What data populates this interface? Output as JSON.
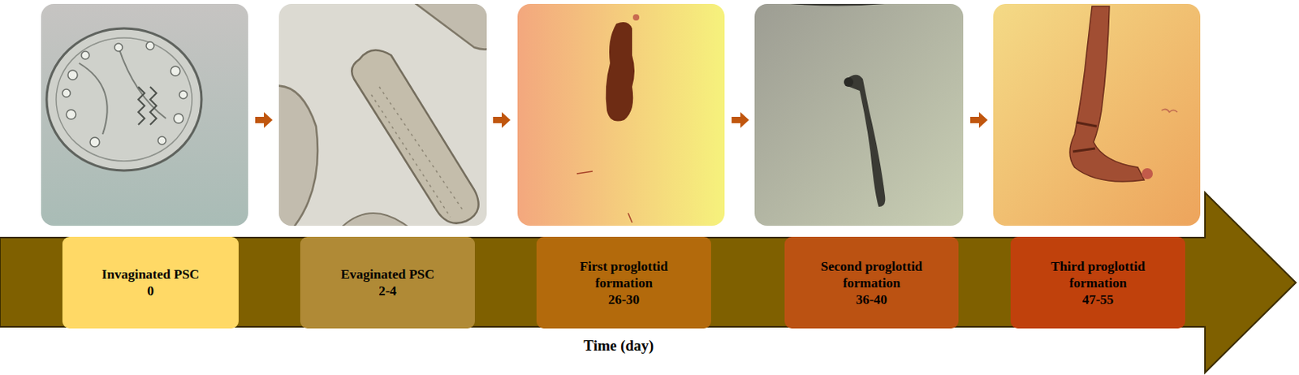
{
  "diagram": {
    "nodes": [
      {
        "text": [
          "Invaginated PSC",
          "0"
        ]
      },
      {
        "text": [
          "Evaginated  PSC",
          "2-4"
        ]
      },
      {
        "text": [
          "First proglottid formation",
          "26-30"
        ]
      },
      {
        "text": [
          "Second proglottid formation",
          "36-40"
        ]
      },
      {
        "text": [
          "Third proglottid formation",
          "47-55"
        ]
      }
    ],
    "labels": [
      "Time (day)"
    ]
  }
}
